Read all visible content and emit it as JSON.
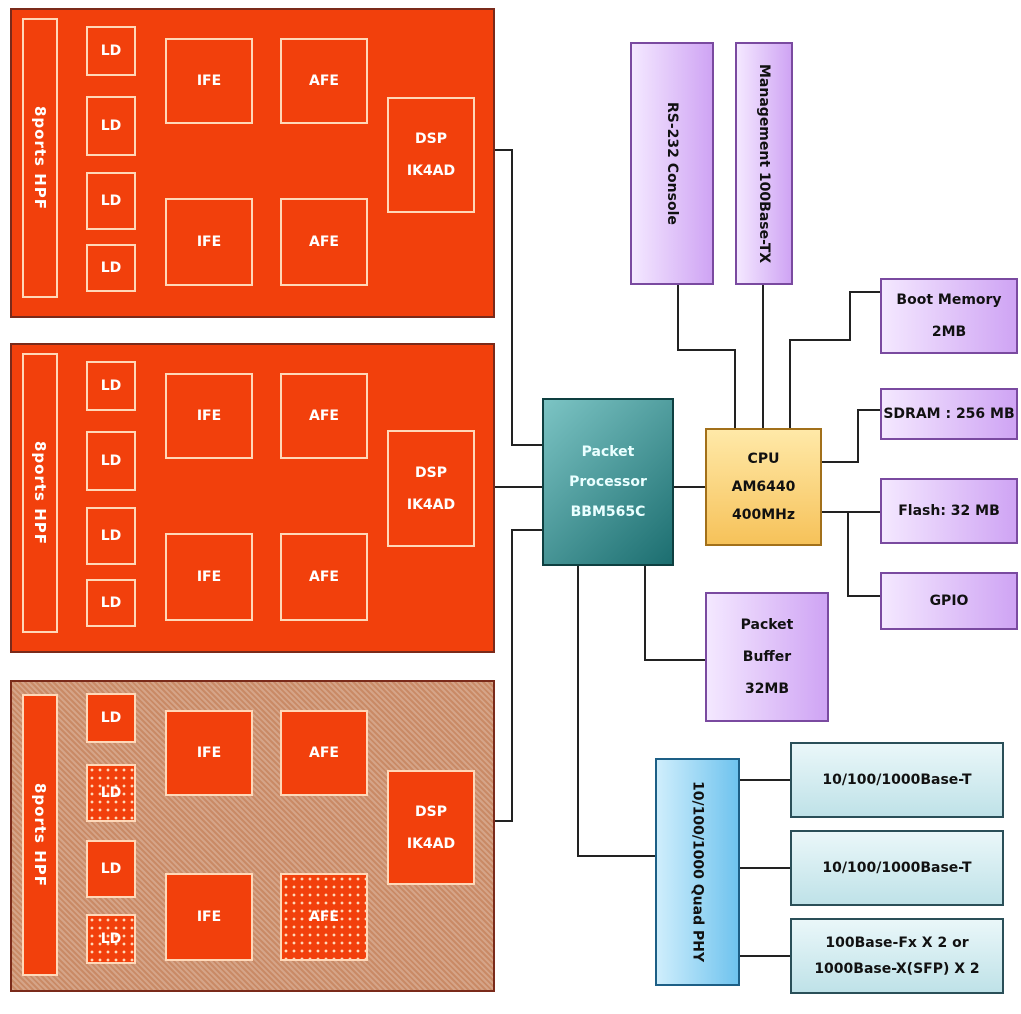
{
  "boards": [
    {
      "hpf_label": "8ports HPF",
      "ld_labels": [
        "LD",
        "LD",
        "LD",
        "LD"
      ],
      "ife_labels": [
        "IFE",
        "IFE"
      ],
      "afe_labels": [
        "AFE",
        "AFE"
      ],
      "dsp_labels": [
        "DSP",
        "IK4AD"
      ]
    },
    {
      "hpf_label": "8ports HPF",
      "ld_labels": [
        "LD",
        "LD",
        "LD",
        "LD"
      ],
      "ife_labels": [
        "IFE",
        "IFE"
      ],
      "afe_labels": [
        "AFE",
        "AFE"
      ],
      "dsp_labels": [
        "DSP",
        "IK4AD"
      ]
    },
    {
      "hpf_label": "8ports HPF",
      "ld_labels": [
        "LD",
        "LD",
        "LD",
        "LD"
      ],
      "ife_labels": [
        "IFE",
        "IFE"
      ],
      "afe_labels": [
        "AFE",
        "AFE"
      ],
      "dsp_labels": [
        "DSP",
        "IK4AD"
      ]
    }
  ],
  "packet_processor": {
    "lines": [
      "Packet",
      "Processor",
      "BBM565C"
    ]
  },
  "cpu": {
    "lines": [
      "CPU",
      "AM6440",
      "400MHz"
    ]
  },
  "rs232": {
    "label": "RS-232 Console"
  },
  "management": {
    "label": "Management 100Base-TX"
  },
  "boot_memory": {
    "lines": [
      "Boot Memory",
      "2MB"
    ]
  },
  "sdram": {
    "label": "SDRAM : 256 MB"
  },
  "flash": {
    "label": "Flash: 32 MB"
  },
  "gpio": {
    "label": "GPIO"
  },
  "packet_buffer": {
    "lines": [
      "Packet",
      "Buffer",
      "32MB"
    ]
  },
  "quad_phy": {
    "label": "10/100/1000 Quad PHY"
  },
  "ports": [
    {
      "lines": [
        "10/100/1000Base-T"
      ]
    },
    {
      "lines": [
        "10/100/1000Base-T"
      ]
    },
    {
      "lines": [
        "100Base-Fx X 2 or",
        "1000Base-X(SFP) X 2"
      ]
    }
  ],
  "colors": {
    "board_red": "#f2400c",
    "board_tan": "#c98a66",
    "purple": "#cfa4f4",
    "teal": "#1c6e70",
    "cpu_orange": "#f6c25a",
    "phy_blue": "#6fc3ee",
    "port_blue": "#bfe2e8"
  }
}
